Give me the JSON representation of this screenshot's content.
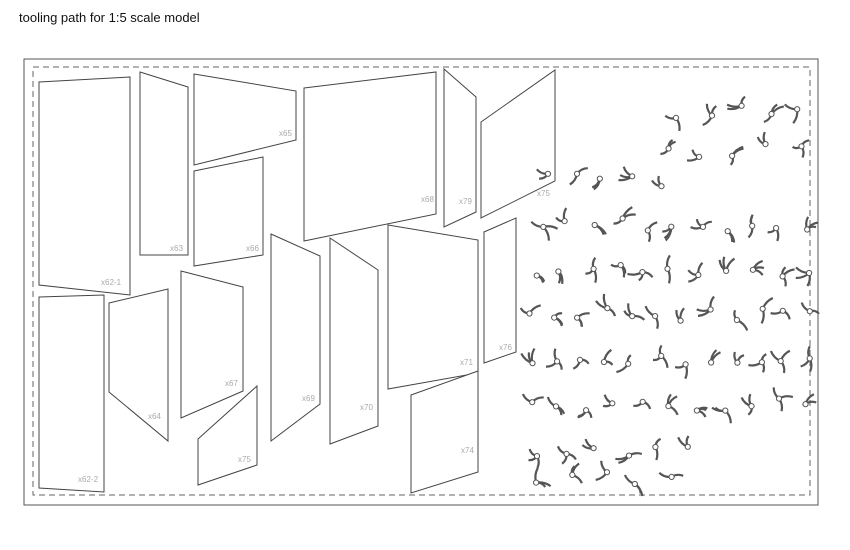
{
  "header": {
    "title": "tooling path for 1:5 scale model"
  },
  "pieces": [
    {
      "id": "p1",
      "label": "x62-1"
    },
    {
      "id": "p2",
      "label": "x62-2"
    },
    {
      "id": "p3",
      "label": "x63"
    },
    {
      "id": "p4",
      "label": "x65"
    },
    {
      "id": "p5",
      "label": "x66"
    },
    {
      "id": "p6",
      "label": "x64"
    },
    {
      "id": "p7",
      "label": "x67"
    },
    {
      "id": "p8",
      "label": "x75"
    },
    {
      "id": "p9",
      "label": "x68"
    },
    {
      "id": "p10",
      "label": "x69"
    },
    {
      "id": "p11",
      "label": "x70"
    },
    {
      "id": "p12",
      "label": "x79"
    },
    {
      "id": "p13",
      "label": "x75"
    },
    {
      "id": "p14",
      "label": "x71"
    },
    {
      "id": "p15",
      "label": "x76"
    },
    {
      "id": "p16",
      "label": "x74"
    }
  ]
}
